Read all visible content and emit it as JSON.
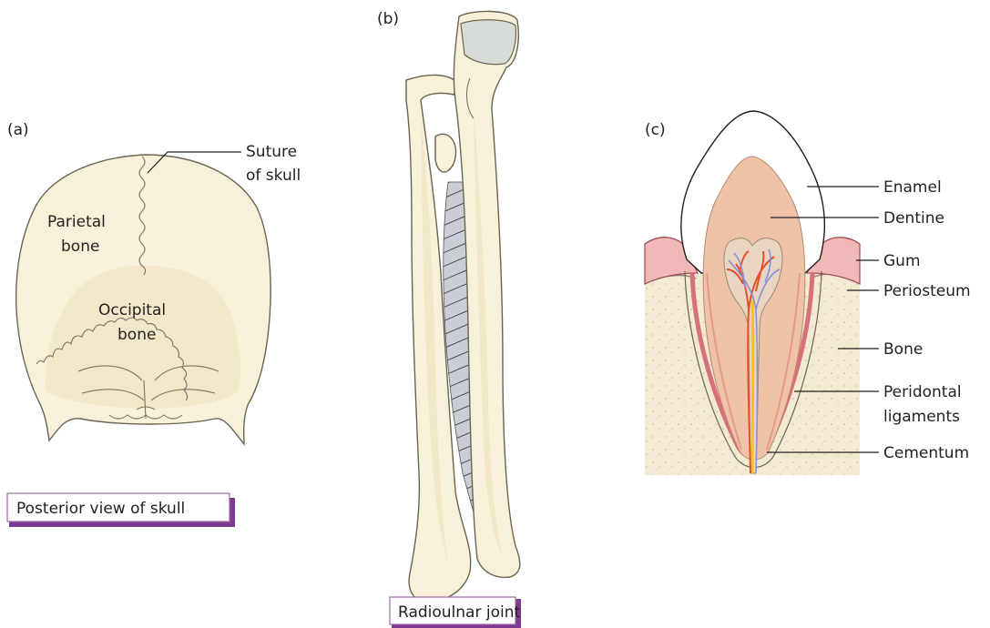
{
  "panels": {
    "a": {
      "tag": "(a)",
      "labels": {
        "suture_line1": "Suture",
        "suture_line2": "of skull",
        "parietal_line1": "Parietal",
        "parietal_line2": "bone",
        "occipital_line1": "Occipital",
        "occipital_line2": "bone"
      },
      "caption": "Posterior view of skull"
    },
    "b": {
      "tag": "(b)",
      "caption": "Radioulnar joint"
    },
    "c": {
      "tag": "(c)",
      "labels": {
        "enamel": "Enamel",
        "dentine": "Dentine",
        "gum": "Gum",
        "periosteum": "Periosteum",
        "bone": "Bone",
        "peridontal_line1": "Peridontal",
        "peridontal_line2": "ligaments",
        "cementum": "Cementum"
      }
    }
  },
  "colors": {
    "bone": "#f8f1d9",
    "cartilage": "#d8dcd9",
    "gum": "#f0b8b6",
    "dentine": "#efc3a8",
    "pulp": "#e9d6c2",
    "artery": "#e8502a",
    "vein": "#8a8fd8",
    "nerve": "#f3c21b",
    "caption_accent": "#7e3a8e"
  }
}
